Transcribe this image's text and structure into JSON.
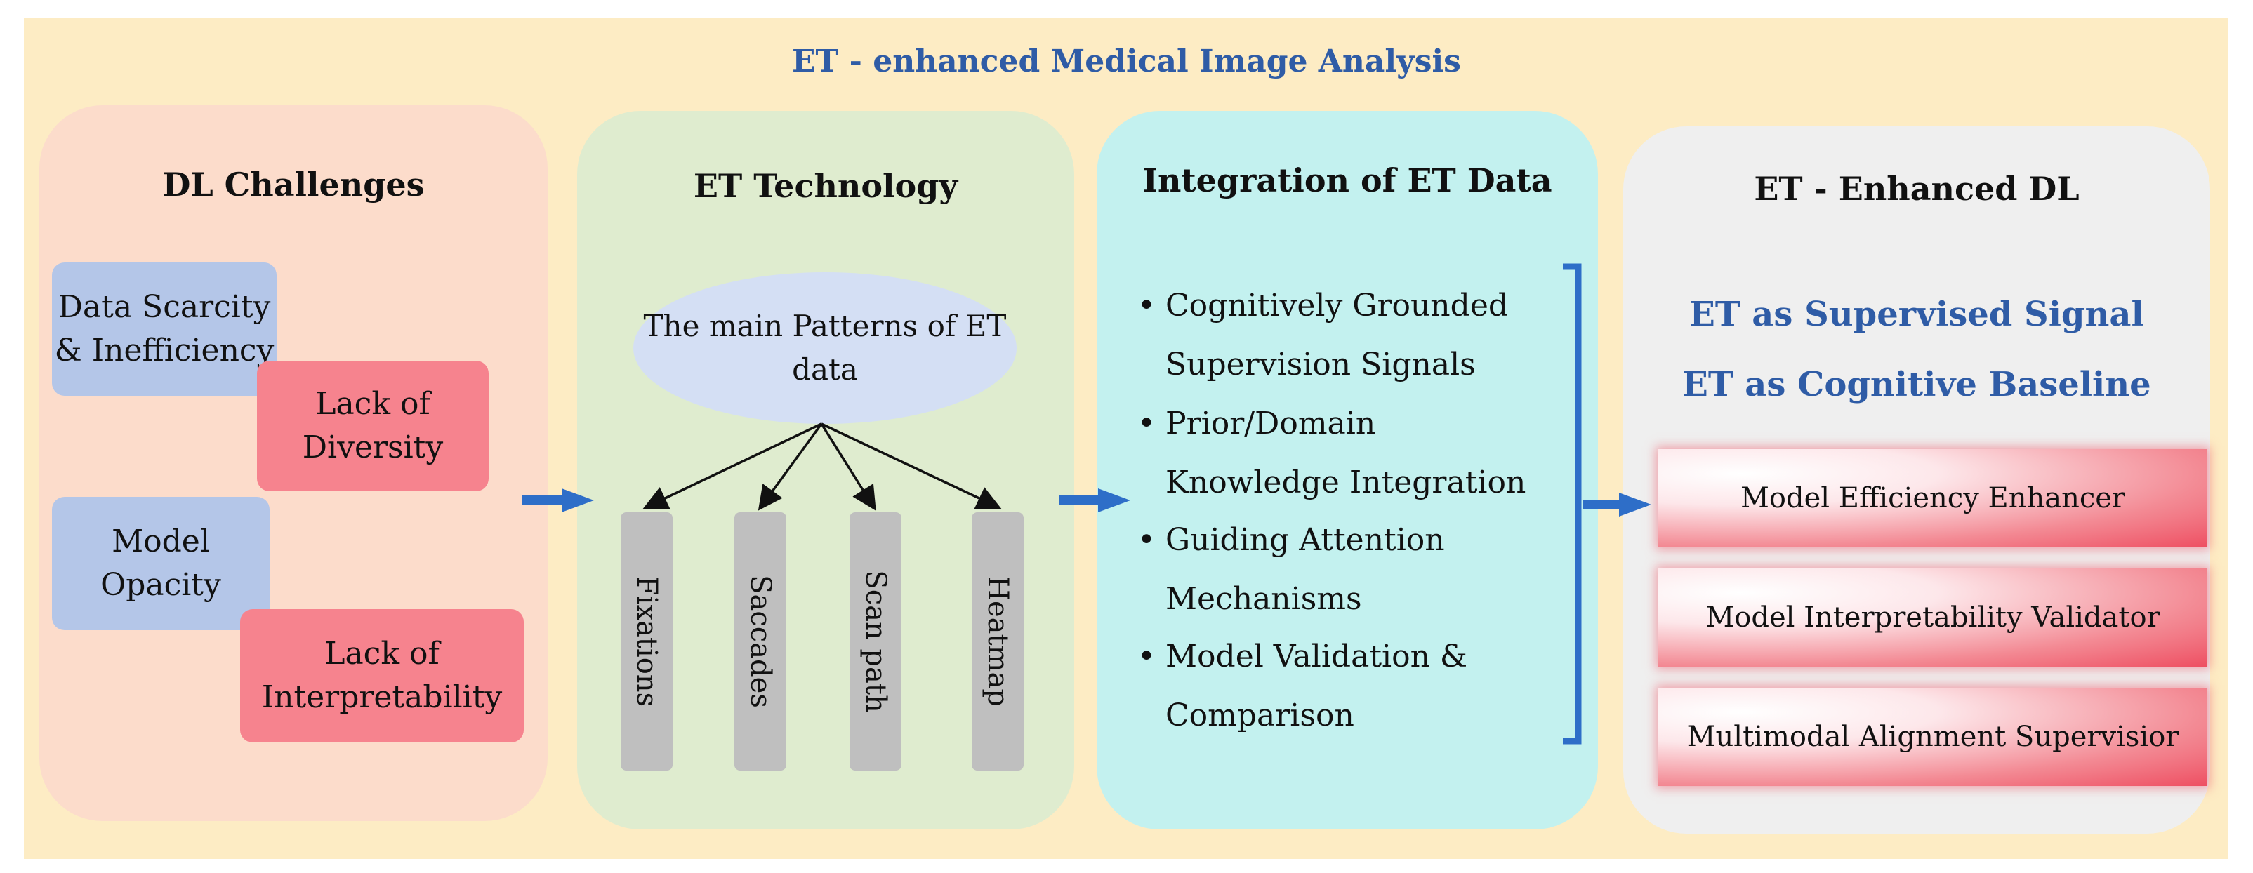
{
  "title": "ET - enhanced Medical Image Analysis",
  "panels": {
    "challenges": {
      "heading": "DL Challenges",
      "items": [
        "Data Scarcity & Inefficiency",
        "Lack of Diversity",
        "Model Opacity",
        "Lack of Interpretability"
      ]
    },
    "technology": {
      "heading": "ET Technology",
      "oval": "The main  Patterns of ET data",
      "patterns": [
        "Fixations",
        "Saccades",
        "Scan path",
        "Heatmap"
      ]
    },
    "integration": {
      "heading": "Integration of ET Data",
      "bullets": [
        [
          "Cognitively Grounded",
          "Supervision Signals"
        ],
        [
          "Prior/Domain",
          "Knowledge Integration"
        ],
        [
          "Guiding Attention",
          "Mechanisms"
        ],
        [
          "Model Validation &",
          "Comparison"
        ]
      ]
    },
    "enhanced": {
      "heading": "ET - Enhanced DL",
      "signals": [
        "ET as Supervised Signal",
        "ET as Cognitive Baseline"
      ],
      "roles": [
        "Model Efficiency  Enhancer",
        "Model Interpretability  Validator",
        "Multimodal Alignment Supervisior"
      ]
    }
  },
  "colors": {
    "background": "#fdecc4",
    "title": "#2f5ca6",
    "arrow": "#2e6ec8",
    "blue_box": "#b4c6e8",
    "pink_box": "#f6838e"
  }
}
